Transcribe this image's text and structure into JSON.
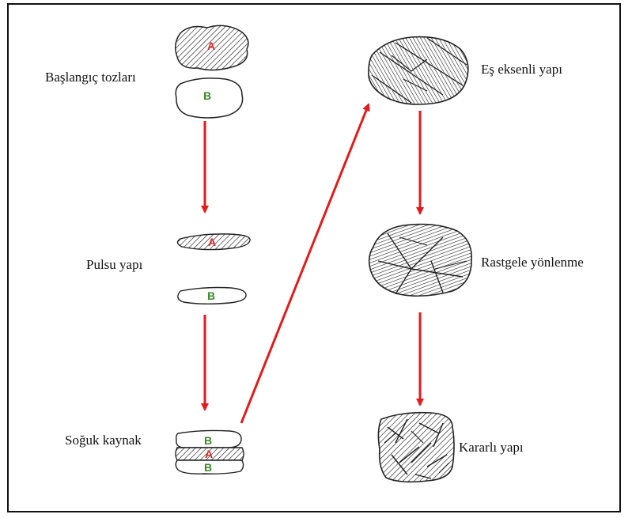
{
  "colors": {
    "arrow": "#e31b1b",
    "marker_a": "#d42a2a",
    "marker_b": "#3a8a2a",
    "outline": "#222222"
  },
  "labels": {
    "start": "Başlangıç tozları",
    "flake": "Pulsu yapı",
    "cold_weld": "Soğuk kaynak",
    "equiaxed": "Eş eksenli yapı",
    "random": "Rastgele yönlenme",
    "stable": "Kararlı yapı"
  },
  "markers": {
    "a": "A",
    "b": "B"
  }
}
